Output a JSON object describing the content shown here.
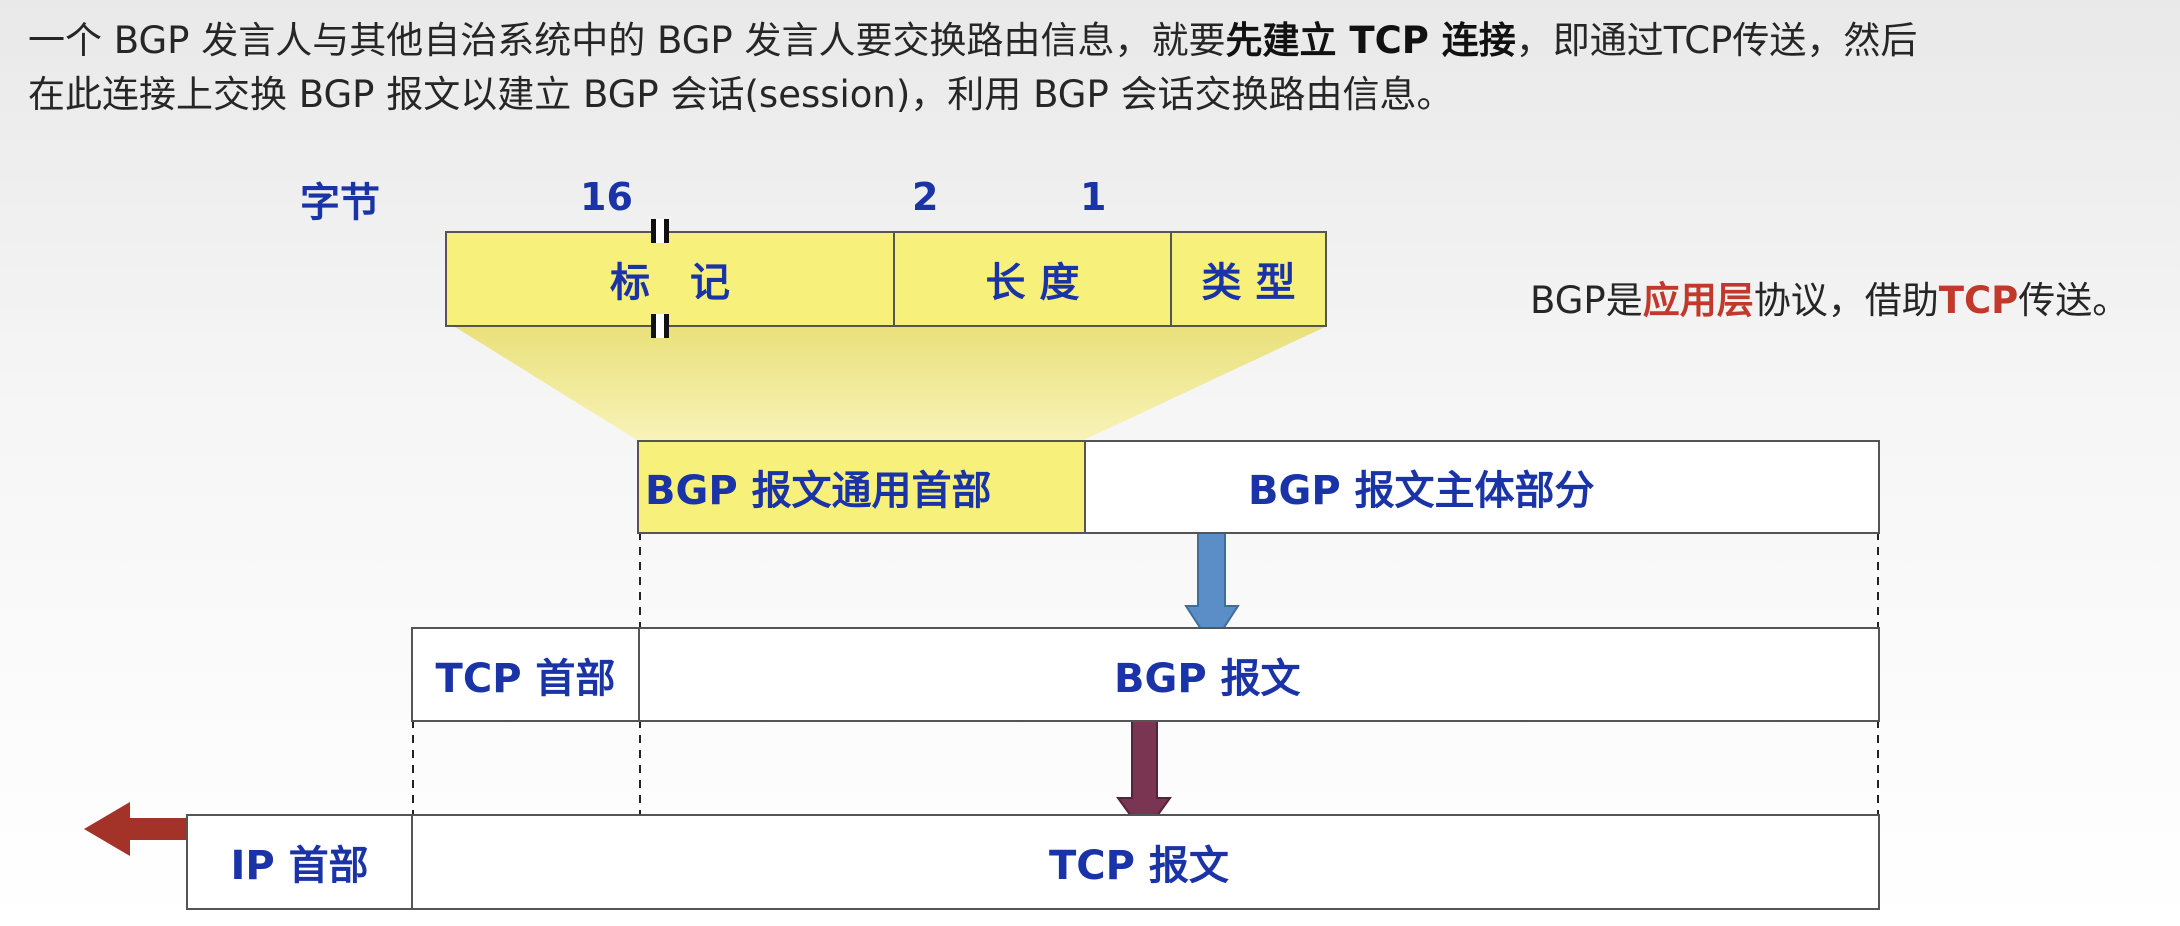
{
  "intro": {
    "line1_pre": "一个 BGP 发言人与其他自治系统中的 BGP 发言人要交换路由信息，就要",
    "line1_bold": "先建立 TCP 连接",
    "line1_post": "，即通过TCP传送，然后",
    "line2": "在此连接上交换 BGP 报文以建立 BGP 会话(session)，利用 BGP 会话交换路由信息。"
  },
  "side_note": {
    "part1": "BGP是",
    "part2": "应用层",
    "part3": "协议，借助",
    "part4": "TCP",
    "part5": "传送。"
  },
  "header_format": {
    "byte_label": "字节",
    "sizes": [
      "16",
      "2",
      "1"
    ],
    "fields": [
      "标　记",
      "长 度",
      "类 型"
    ]
  },
  "bgp_message": {
    "header_label": "BGP 报文通用首部",
    "body_label": "BGP 报文主体部分"
  },
  "tcp_segment": {
    "header_label": "TCP 首部",
    "payload_label": "BGP 报文"
  },
  "ip_datagram": {
    "header_label": "IP 首部",
    "payload_label": "TCP 报文"
  },
  "colors": {
    "label_blue": "#1a34a8",
    "field_yellow": "#f7f07a",
    "accent_red": "#c0392b",
    "arrow_blue": "#5b8ec6",
    "arrow_maroon": "#7a3552",
    "arrow_red": "#a33228"
  }
}
